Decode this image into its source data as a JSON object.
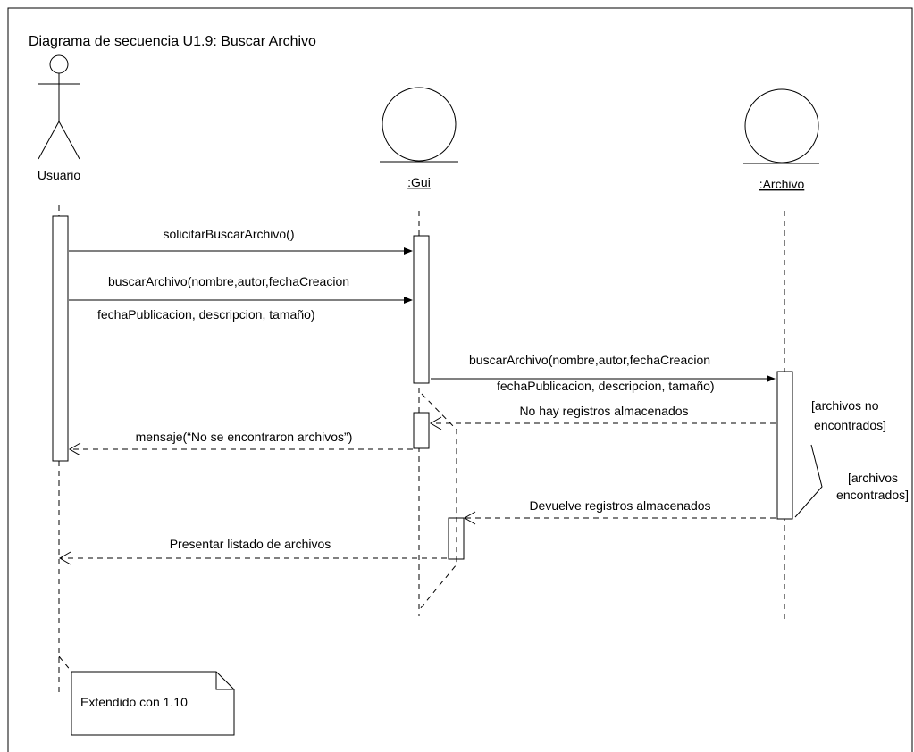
{
  "frame": {
    "title": "Diagrama de secuencia U1.9: Buscar Archivo"
  },
  "participants": [
    {
      "name": "Usuario",
      "kind": "actor"
    },
    {
      "name": ":Gui",
      "kind": "boundary"
    },
    {
      "name": ":Archivo",
      "kind": "entity"
    }
  ],
  "messages": [
    {
      "label": "solicitarBuscarArchivo()",
      "type": "sync"
    },
    {
      "label": "buscarArchivo(nombre,autor,fechaCreacion",
      "label2": "fechaPublicacion, descripcion, tamaño)",
      "type": "sync"
    },
    {
      "label": "buscarArchivo(nombre,autor,fechaCreacion",
      "label2": "fechaPublicacion, descripcion, tamaño)",
      "type": "sync"
    },
    {
      "label": "No hay registros almacenados",
      "type": "return"
    },
    {
      "label": "mensaje(“No se encontraron archivos”)",
      "type": "return"
    },
    {
      "label": "Devuelve registros almacenados",
      "type": "return"
    },
    {
      "label": "Presentar listado de archivos",
      "type": "return"
    }
  ],
  "guards": [
    {
      "line1": "[archivos  no",
      "line2": "encontrados]"
    },
    {
      "line1": "[archivos",
      "line2": "encontrados]"
    }
  ],
  "note": {
    "text": "Extendido con 1.10"
  }
}
